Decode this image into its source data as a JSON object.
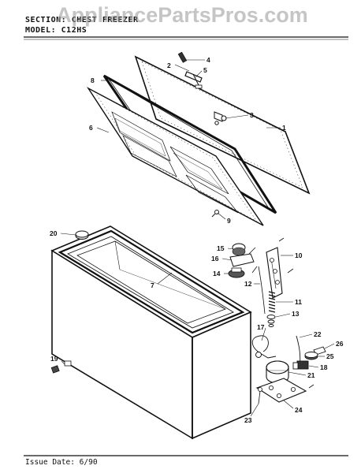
{
  "header": {
    "section_label": "SECTION",
    "section_value": "CHEST FREEZER",
    "model_label": "MODEL",
    "model_value": "C12HS"
  },
  "watermark": "AppliancePartsPros.com",
  "footer": {
    "issue_label": "Issue Date:",
    "issue_value": "6/90"
  },
  "callouts": {
    "c1": "1",
    "c2": "2",
    "c3": "3",
    "c4": "4",
    "c5": "5",
    "c6": "6",
    "c7": "7",
    "c8": "8",
    "c9": "9",
    "c10": "10",
    "c11": "11",
    "c12": "12",
    "c13": "13",
    "c14": "14",
    "c15": "15",
    "c16": "16",
    "c17": "17",
    "c18": "18",
    "c19": "19",
    "c20": "20",
    "c21": "21",
    "c22": "22",
    "c23": "23",
    "c24": "24",
    "c25": "25",
    "c26": "26"
  }
}
